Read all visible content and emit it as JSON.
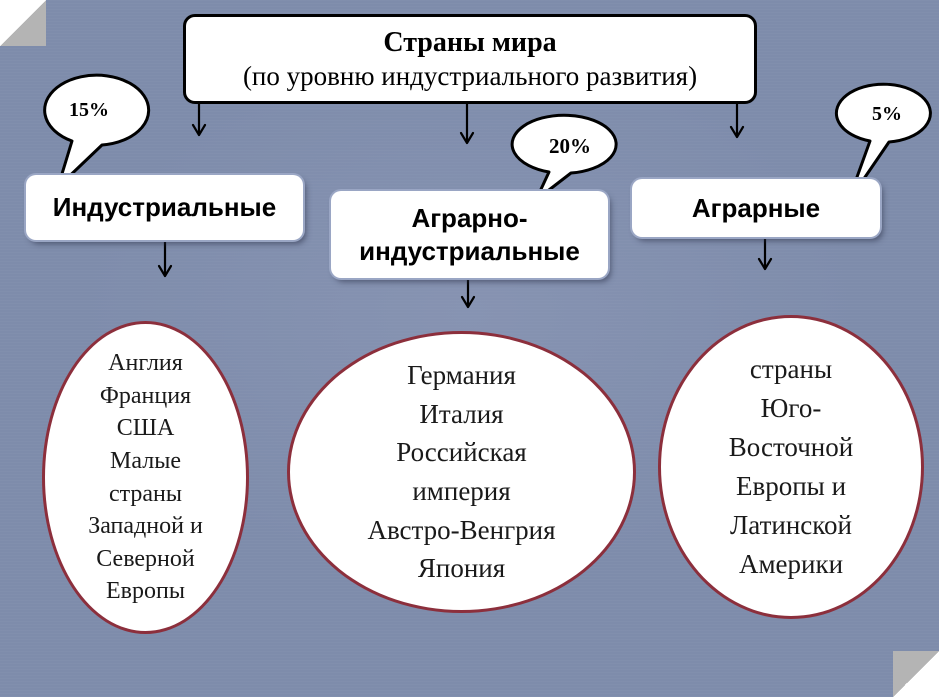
{
  "title": {
    "main": "Страны мира",
    "subtitle": "(по уровню индустриального развития)"
  },
  "categories": [
    {
      "label": "Индустриальные",
      "share": "15%",
      "countries": [
        "Англия",
        "Франция",
        "США",
        "Малые",
        "страны",
        "Западной и",
        "Северной",
        "Европы"
      ]
    },
    {
      "label": "Аграрно-индустриальные",
      "share": "20%",
      "countries": [
        "Германия",
        "Италия",
        "Российская",
        "империя",
        "Австро-Венгрия",
        "Япония"
      ]
    },
    {
      "label": "Аграрные",
      "share": "5%",
      "countries": [
        "страны",
        "Юго-",
        "Восточной",
        "Европы и",
        "Латинской",
        "Америки"
      ]
    }
  ],
  "colors": {
    "background": "#7e8cab",
    "box_fill": "#ffffff",
    "ellipse_border": "#8c2f3c",
    "text": "#000000"
  }
}
